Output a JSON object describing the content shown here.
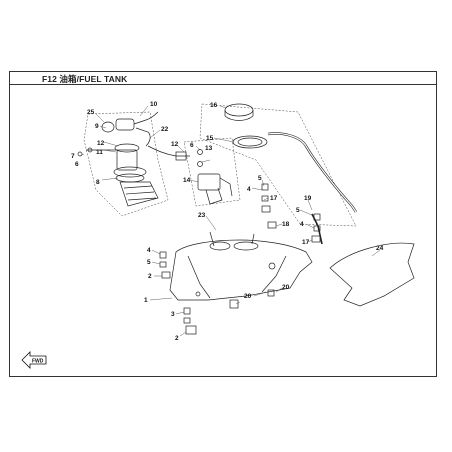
{
  "header": {
    "title": "F12 油箱/FUEL TANK"
  },
  "fwd_label": "FWD",
  "callouts": [
    {
      "id": "c25",
      "text": "25"
    },
    {
      "id": "c10",
      "text": "10"
    },
    {
      "id": "c9",
      "text": "9"
    },
    {
      "id": "c22",
      "text": "22"
    },
    {
      "id": "c12",
      "text": "12"
    },
    {
      "id": "c11",
      "text": "11"
    },
    {
      "id": "c7",
      "text": "7"
    },
    {
      "id": "c6a",
      "text": "6"
    },
    {
      "id": "c8",
      "text": "8"
    },
    {
      "id": "c16",
      "text": "16"
    },
    {
      "id": "c15",
      "text": "15"
    },
    {
      "id": "c12b",
      "text": "12"
    },
    {
      "id": "c6b",
      "text": "6"
    },
    {
      "id": "c13",
      "text": "13"
    },
    {
      "id": "c14",
      "text": "14"
    },
    {
      "id": "c5a",
      "text": "5"
    },
    {
      "id": "c4a",
      "text": "4"
    },
    {
      "id": "c17a",
      "text": "17"
    },
    {
      "id": "c19",
      "text": "19"
    },
    {
      "id": "c18",
      "text": "18"
    },
    {
      "id": "c23",
      "text": "23"
    },
    {
      "id": "c5b",
      "text": "5"
    },
    {
      "id": "c4b",
      "text": "4"
    },
    {
      "id": "c17b",
      "text": "17"
    },
    {
      "id": "c24",
      "text": "24"
    },
    {
      "id": "c4c",
      "text": "4"
    },
    {
      "id": "c5c",
      "text": "5"
    },
    {
      "id": "c2a",
      "text": "2"
    },
    {
      "id": "c20a",
      "text": "20"
    },
    {
      "id": "c20b",
      "text": "20"
    },
    {
      "id": "c1",
      "text": "1"
    },
    {
      "id": "c3",
      "text": "3"
    },
    {
      "id": "c2b",
      "text": "2"
    }
  ]
}
